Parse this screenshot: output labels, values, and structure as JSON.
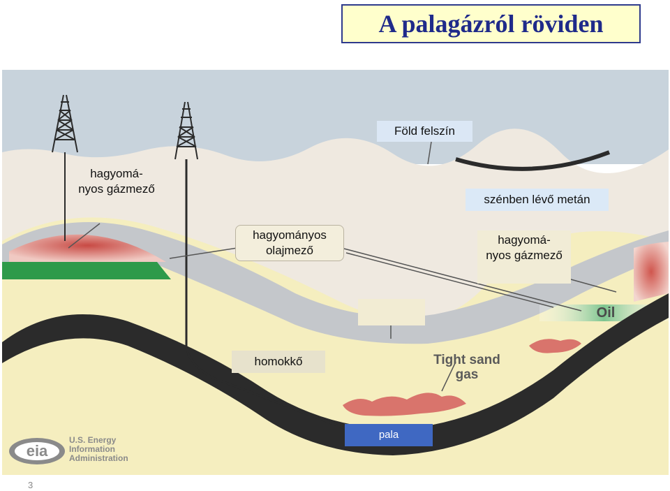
{
  "title": "A palagázról röviden",
  "labels": {
    "earth_surface": "Föld felszín",
    "conventional_gas_1": [
      "hagyomá-",
      "nyos gázmező"
    ],
    "coalbed_methane": "szénben lévő metán",
    "conventional_oil": [
      "hagyományos",
      "olajmező"
    ],
    "conventional_gas_2": [
      "hagyomá-",
      "nyos gázmező"
    ],
    "sandstone": "homokkő",
    "shale": "pala",
    "tight_sand_gas": [
      "Tight sand",
      "gas"
    ],
    "oil": "Oil"
  },
  "logo": {
    "mark": "eia",
    "lines": [
      "U.S. Energy",
      "Information",
      "Administration"
    ]
  },
  "page_number": "3",
  "colors": {
    "title_text": "#1f2a8a",
    "title_bg": "#ffffcc",
    "sky": "#c8d3dc",
    "surface_layer": "#efe9e0",
    "cap_rock": "#c4c7cb",
    "sand_layer": "#f5eebf",
    "shale": "#2b2b2b",
    "gas": "#d9746c",
    "oil": "#2e9a4a",
    "shale_label_bg": "#3f68c2"
  }
}
